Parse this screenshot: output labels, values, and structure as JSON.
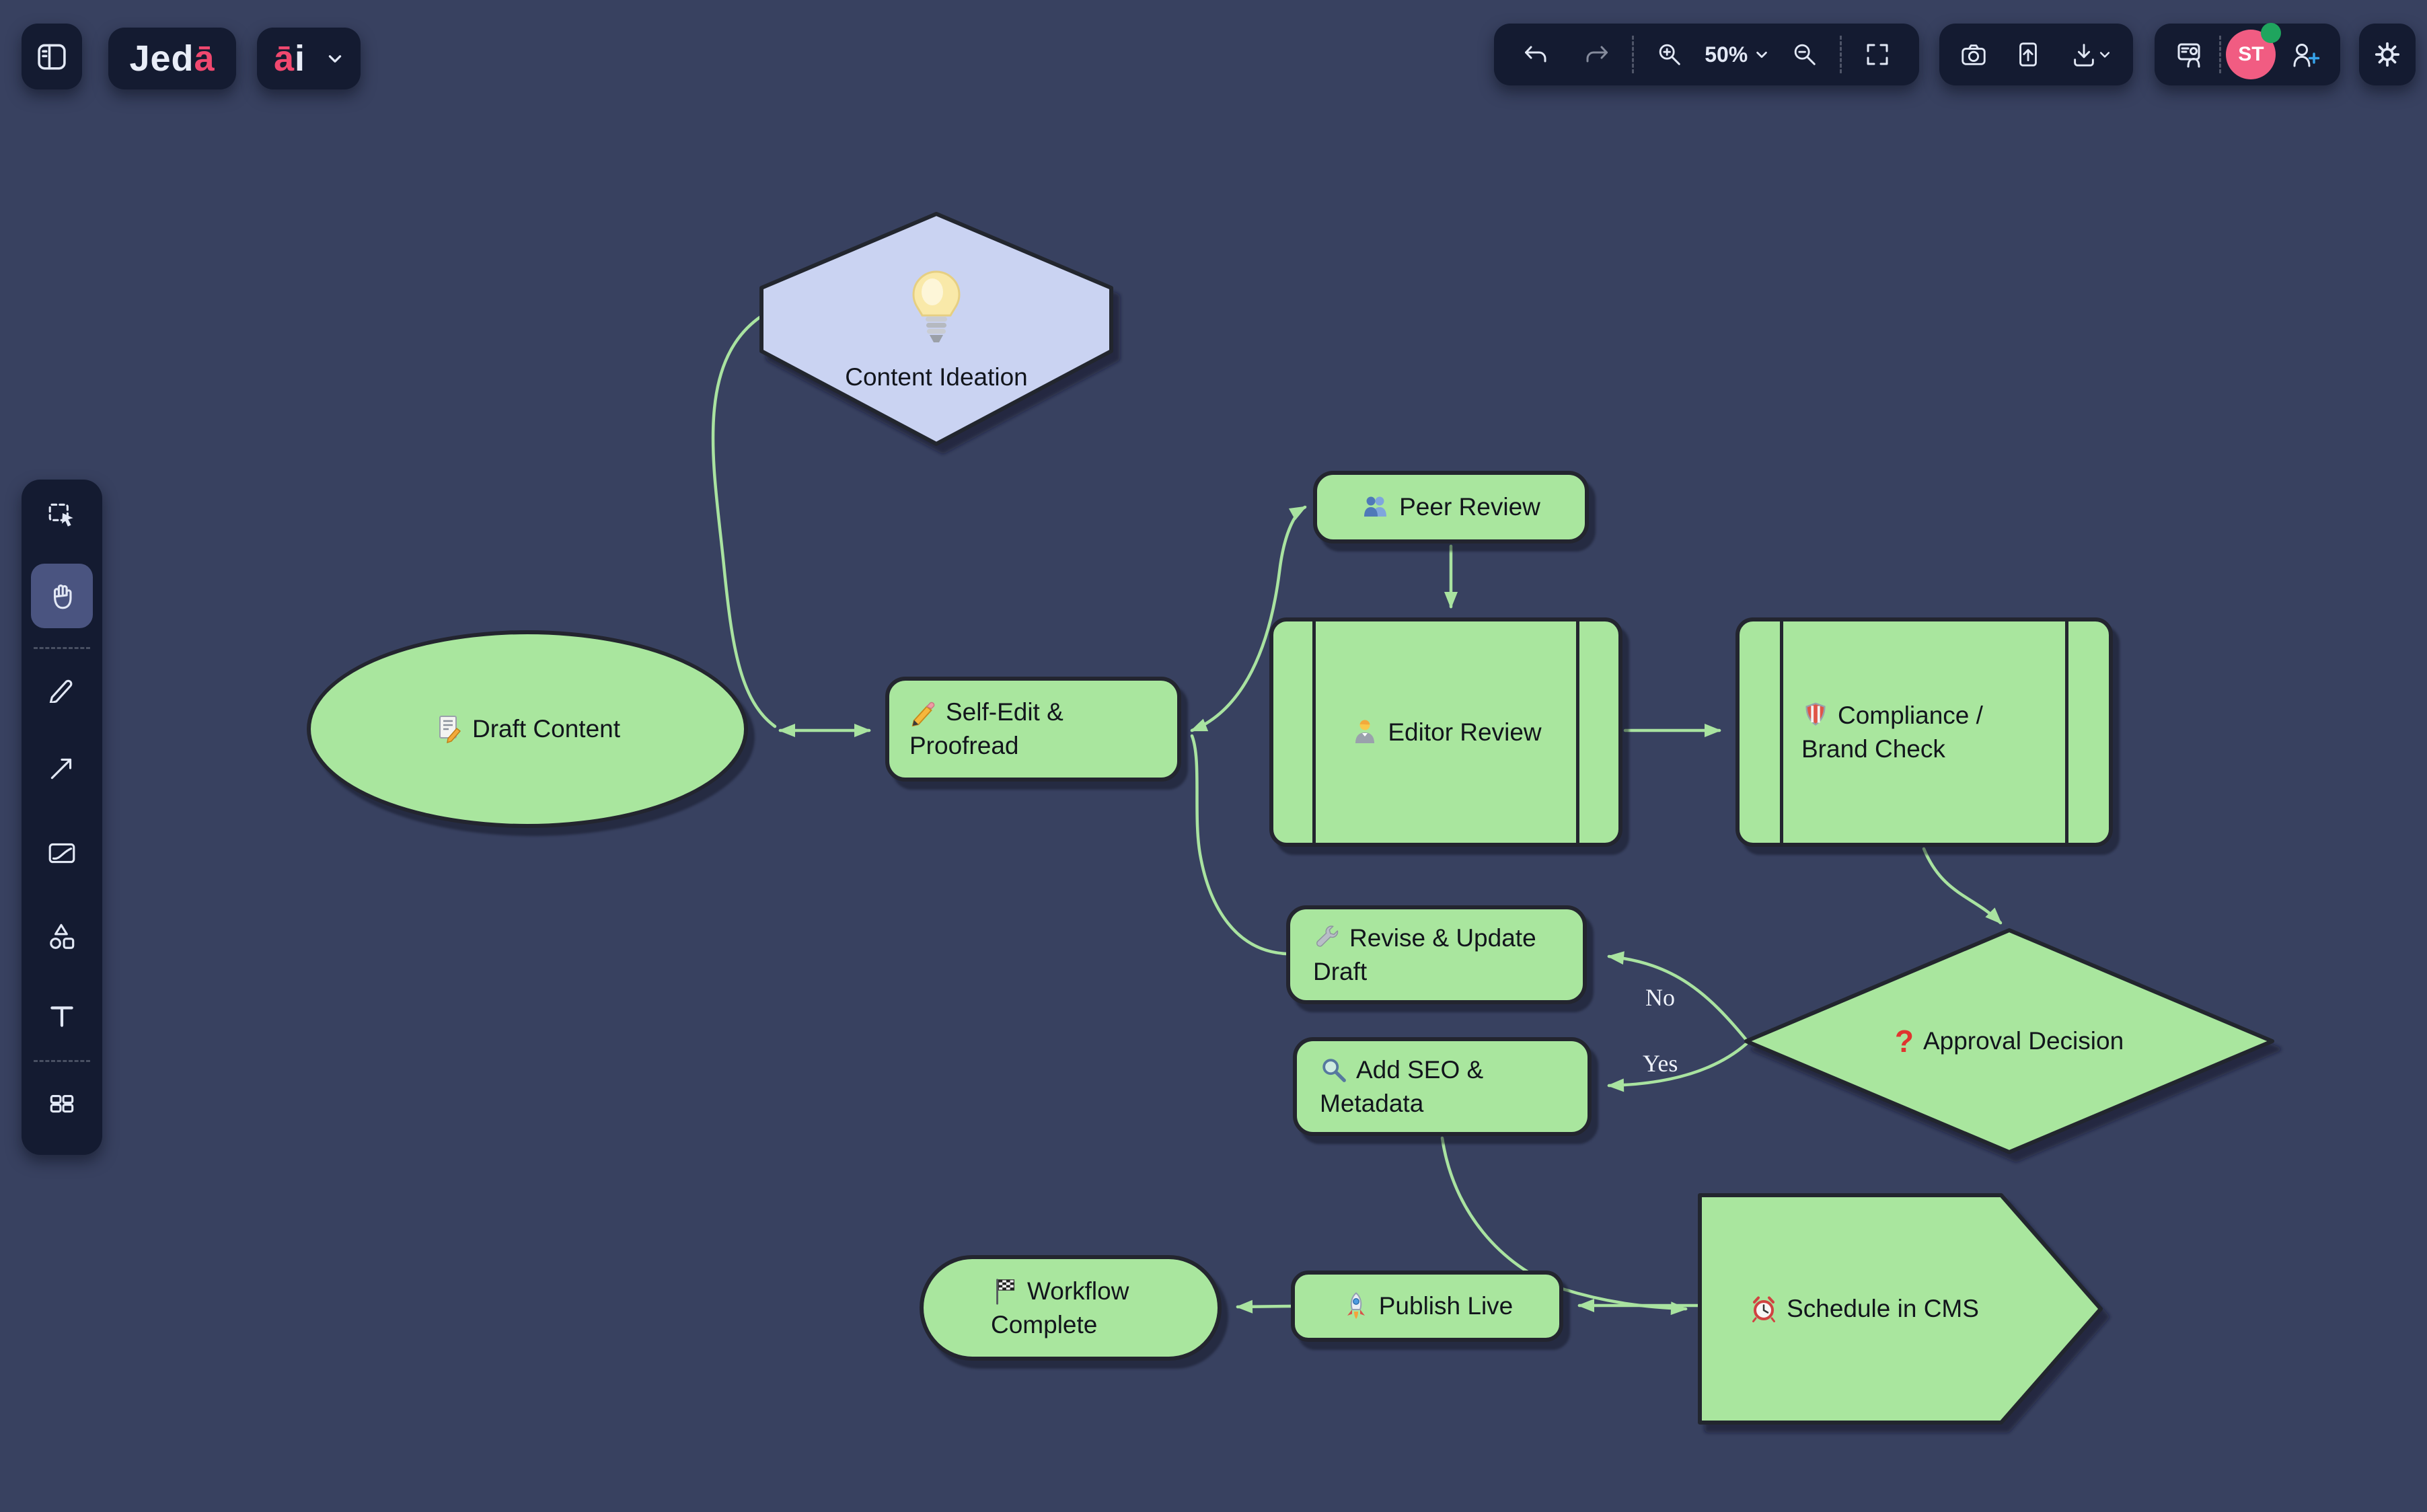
{
  "app": {
    "logo_primary": "Jed",
    "logo_accent": "ā",
    "ai_accent": "ā",
    "ai_rest": "i"
  },
  "topbar": {
    "zoom_level": "50%",
    "avatar_initials": "ST",
    "left_icons": [
      "sidebar-toggle-icon",
      "jeda-logo",
      "ai-menu"
    ],
    "group_history_zoom_icons": [
      "undo-icon",
      "redo-icon",
      "zoom-in-icon",
      "zoom-level-dropdown",
      "zoom-out-icon",
      "fullscreen-icon"
    ],
    "group_capture_icons": [
      "camera-icon",
      "upload-document-icon",
      "download-icon",
      "download-options-chevron"
    ],
    "group_account_icons": [
      "presentation-icon",
      "avatar",
      "add-user-icon"
    ],
    "group_settings_icons": [
      "settings-gear-icon"
    ]
  },
  "toolbar_left": {
    "active_tool": "hand",
    "tools": [
      {
        "name": "select"
      },
      {
        "name": "hand"
      },
      {
        "name": "draw"
      },
      {
        "name": "connector"
      },
      {
        "name": "media"
      },
      {
        "name": "shapes"
      },
      {
        "name": "text"
      },
      {
        "name": "apps"
      }
    ]
  },
  "canvas": {
    "nodes": [
      {
        "id": "content-ideation",
        "shape": "hexagon",
        "icon": "lightbulb-icon",
        "icon_char": "💡",
        "label": "Content Ideation"
      },
      {
        "id": "draft-content",
        "shape": "ellipse",
        "icon": "memo-icon",
        "icon_char": "📝",
        "label": "Draft Content"
      },
      {
        "id": "self-edit-proofread",
        "shape": "rounded-rect",
        "icon": "pencil-icon",
        "icon_char": "✏️",
        "label": "Self-Edit & Proofread"
      },
      {
        "id": "peer-review",
        "shape": "rounded-rect",
        "icon": "busts-icon",
        "icon_char": "👥",
        "label": "Peer Review"
      },
      {
        "id": "editor-review",
        "shape": "subprocess",
        "icon": "office-worker-icon",
        "icon_char": "🧑‍💼",
        "label": "Editor Review"
      },
      {
        "id": "compliance-brand-check",
        "shape": "subprocess",
        "icon": "shield-icon",
        "icon_char": "🛡️",
        "label": "Compliance / Brand Check"
      },
      {
        "id": "approval-decision",
        "shape": "diamond",
        "icon": "question-mark-icon",
        "icon_char": "?",
        "label": "Approval Decision"
      },
      {
        "id": "revise-update-draft",
        "shape": "rounded-rect",
        "icon": "wrench-icon",
        "icon_char": "🔧",
        "label": "Revise & Update Draft"
      },
      {
        "id": "add-seo-metadata",
        "shape": "rounded-rect",
        "icon": "magnifier-icon",
        "icon_char": "🔍",
        "label": "Add SEO & Metadata"
      },
      {
        "id": "schedule-in-cms",
        "shape": "pentagon-arrow",
        "icon": "alarm-clock-icon",
        "icon_char": "⏰",
        "label": "Schedule in CMS"
      },
      {
        "id": "publish-live",
        "shape": "rounded-rect",
        "icon": "rocket-icon",
        "icon_char": "🚀",
        "label": "Publish Live"
      },
      {
        "id": "workflow-complete",
        "shape": "stadium",
        "icon": "checkered-flag-icon",
        "icon_char": "🏁",
        "label": "Workflow Complete"
      }
    ],
    "edges": [
      {
        "from": "content-ideation",
        "to": "draft-content"
      },
      {
        "from": "draft-content",
        "to": "self-edit-proofread",
        "bidirectional": true
      },
      {
        "from": "self-edit-proofread",
        "to": "peer-review",
        "bidirectional": true
      },
      {
        "from": "peer-review",
        "to": "editor-review"
      },
      {
        "from": "editor-review",
        "to": "compliance-brand-check"
      },
      {
        "from": "compliance-brand-check",
        "to": "approval-decision"
      },
      {
        "from": "approval-decision",
        "to": "revise-update-draft",
        "label": "No"
      },
      {
        "from": "approval-decision",
        "to": "add-seo-metadata",
        "label": "Yes"
      },
      {
        "from": "revise-update-draft",
        "to": "self-edit-proofread"
      },
      {
        "from": "add-seo-metadata",
        "to": "schedule-in-cms"
      },
      {
        "from": "schedule-in-cms",
        "to": "publish-live"
      },
      {
        "from": "publish-live",
        "to": "workflow-complete"
      }
    ]
  },
  "colors": {
    "bg": "#384160",
    "panel": "#141b31",
    "panel_active": "#4a5480",
    "icon": "#e2e8f5",
    "node_green": "#a9e69e",
    "node_border": "#23252f",
    "node_text": "#12151c",
    "hex_fill": "#cad3f2",
    "edge": "#a9e3a0",
    "accent_pink": "#f0486f",
    "avatar_pink": "#f15c82",
    "online_green": "#1fa55e",
    "plus_blue": "#36a3ea",
    "label_text": "#eef2fa"
  }
}
